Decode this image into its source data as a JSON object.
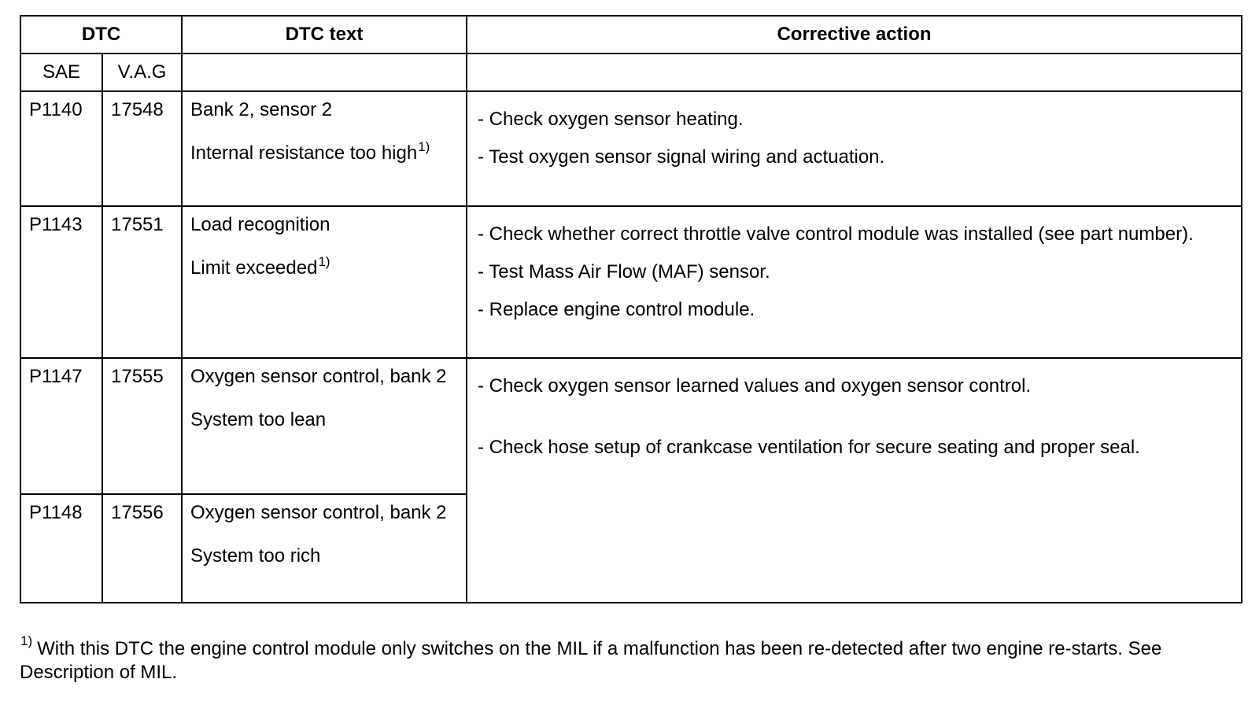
{
  "table": {
    "headers": {
      "dtc": "DTC",
      "dtc_text": "DTC text",
      "corrective_action": "Corrective action"
    },
    "subheaders": {
      "sae": "SAE",
      "vag": "V.A.G"
    },
    "rows": [
      {
        "sae": "P1140",
        "vag": "17548",
        "text_line1": "Bank 2, sensor 2",
        "text_line2": "Internal resistance too high",
        "footnote_mark": "1)",
        "actions": [
          "- Check oxygen sensor heating.",
          "- Test oxygen sensor signal wiring and actuation."
        ]
      },
      {
        "sae": "P1143",
        "vag": "17551",
        "text_line1": "Load recognition",
        "text_line2": "Limit exceeded",
        "footnote_mark": "1)",
        "actions": [
          "- Check whether correct throttle valve control module was installed (see part number).",
          "- Test Mass Air Flow (MAF) sensor.",
          "- Replace engine control module."
        ]
      },
      {
        "sae": "P1147",
        "vag": "17555",
        "text_line1": "Oxygen sensor control, bank 2",
        "text_line2": "System too lean",
        "actions": [
          "- Check oxygen sensor learned values and oxygen sensor control.",
          "- Check hose setup of crankcase ventilation for secure seating and proper seal."
        ]
      },
      {
        "sae": "P1148",
        "vag": "17556",
        "text_line1": "Oxygen sensor control, bank 2",
        "text_line2": "System too rich"
      }
    ]
  },
  "footnote": {
    "mark": "1)",
    "text": "With this DTC the engine control module only switches on the MIL if a malfunction has been re-detected after two engine re-starts. See Description of MIL."
  }
}
